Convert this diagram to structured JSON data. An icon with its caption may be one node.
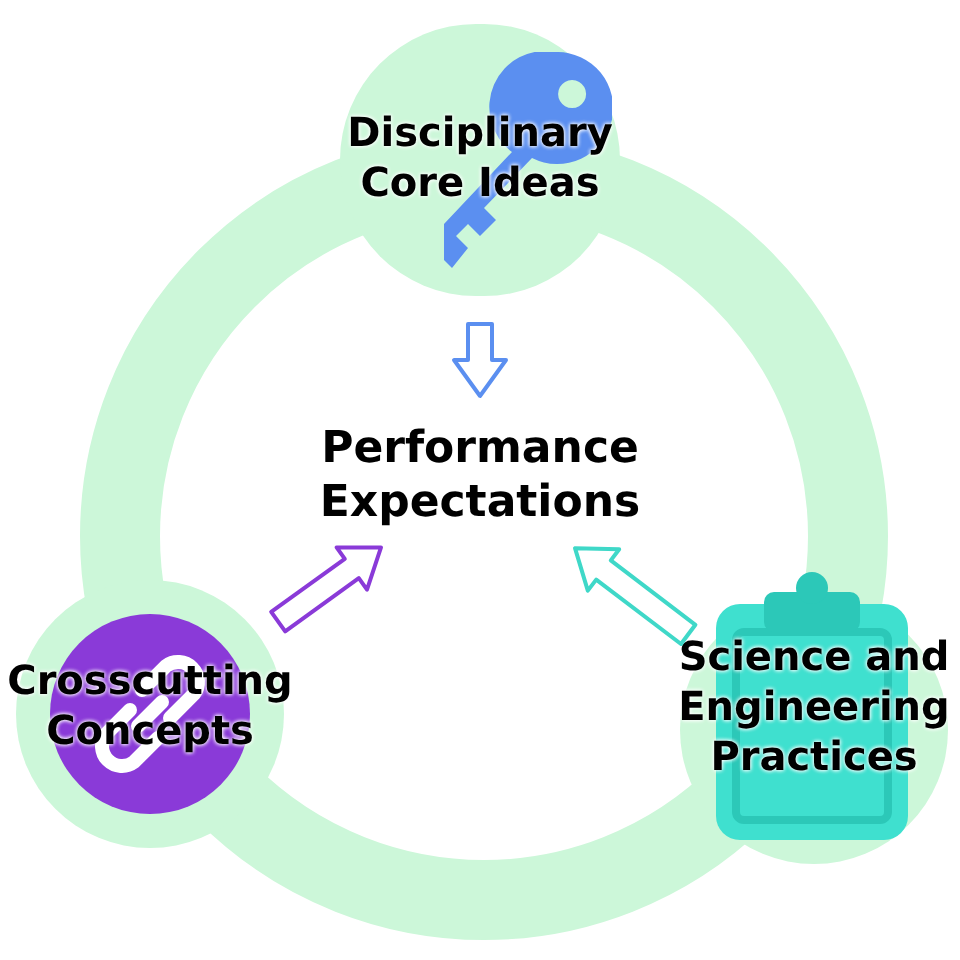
{
  "diagram": {
    "nodes": [
      {
        "text": [
          "Disciplinary Core Ideas"
        ]
      },
      {
        "text": [
          "Performance Expectations"
        ]
      },
      {
        "text": [
          "Crosscutting Concepts"
        ]
      },
      {
        "text": [
          "Science and Engineering Practices"
        ]
      }
    ],
    "edges": [
      {
        "from": 0,
        "to": 1,
        "arrow": "to",
        "color": "#5b8ff0"
      },
      {
        "from": 2,
        "to": 1,
        "arrow": "to",
        "color": "#8a3ad8"
      },
      {
        "from": 3,
        "to": 1,
        "arrow": "to",
        "color": "#3fd8c8"
      }
    ]
  }
}
